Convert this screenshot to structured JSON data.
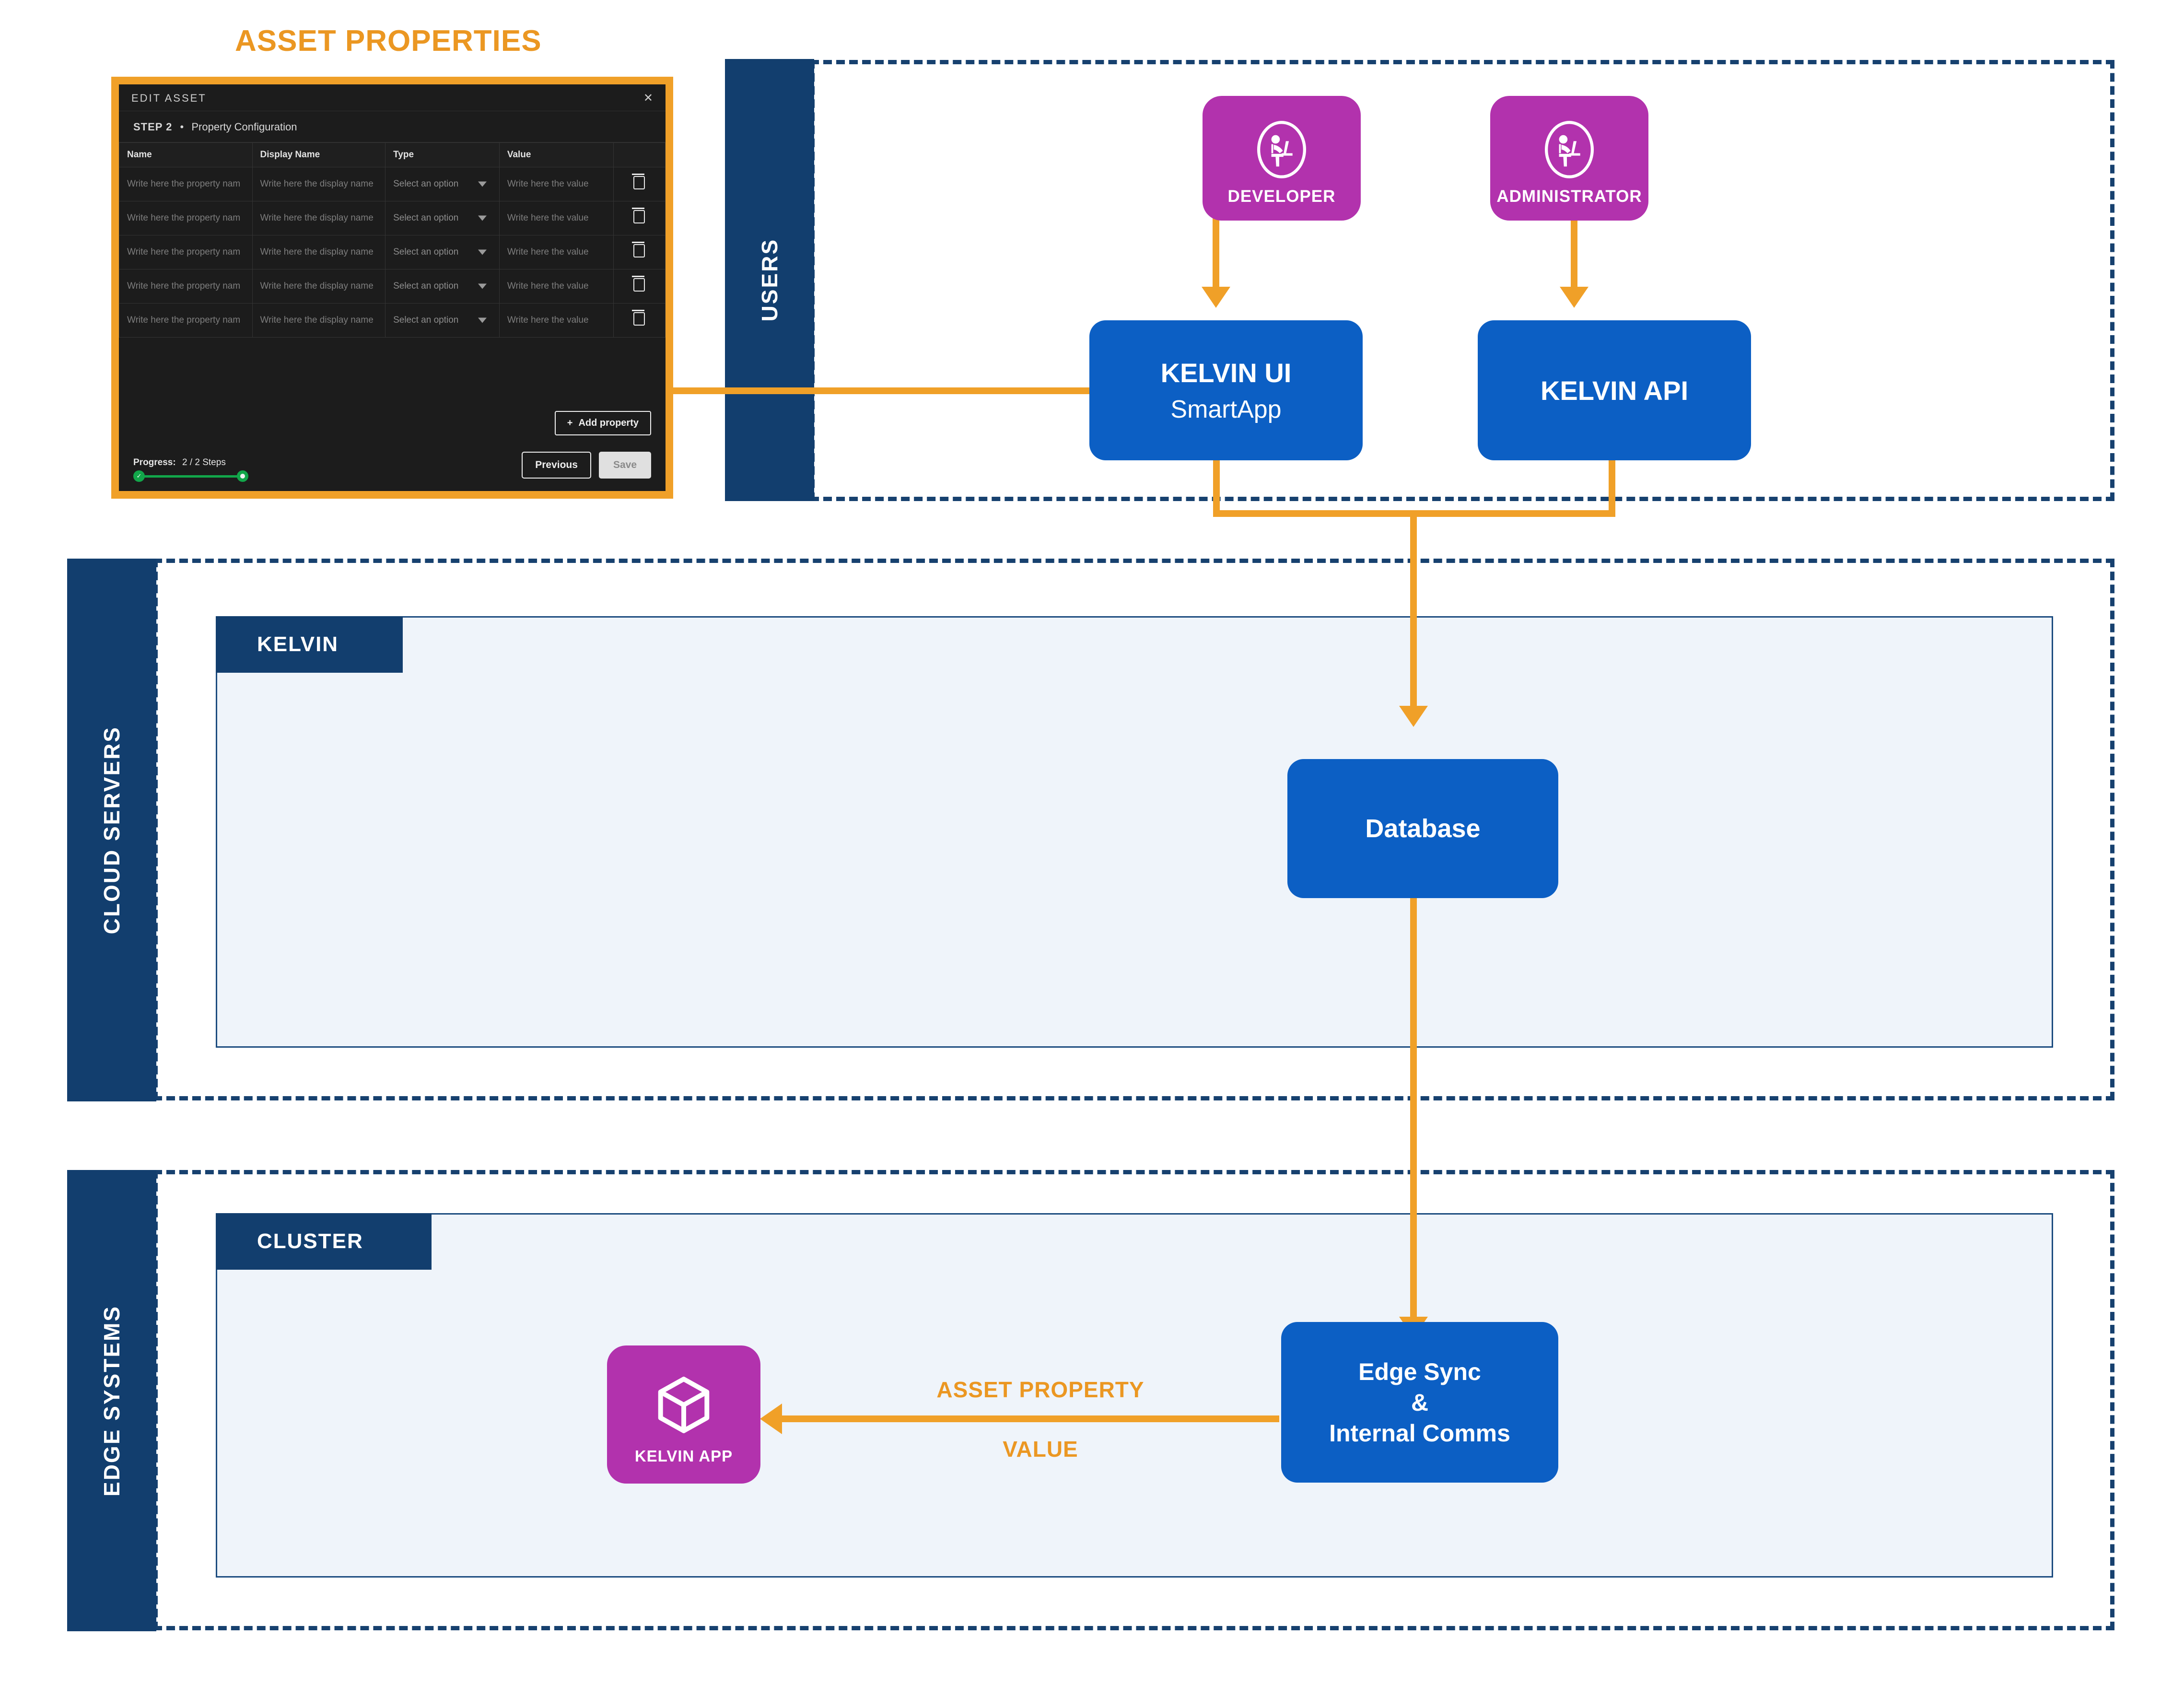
{
  "headline": "ASSET PROPERTIES",
  "modal": {
    "title": "EDIT ASSET",
    "close_icon": "close-icon",
    "step_label": "STEP 2",
    "step_separator": "•",
    "step_name": "Property Configuration",
    "columns": [
      "Name",
      "Display Name",
      "Type",
      "Value",
      ""
    ],
    "rows": [
      {
        "name": "Write here the property nam",
        "display_name": "Write here the display name",
        "type": "Select an option",
        "value": "Write here the value"
      },
      {
        "name": "Write here the property nam",
        "display_name": "Write here the display name",
        "type": "Select an option",
        "value": "Write here the value"
      },
      {
        "name": "Write here the property nam",
        "display_name": "Write here the display name",
        "type": "Select an option",
        "value": "Write here the value"
      },
      {
        "name": "Write here the property nam",
        "display_name": "Write here the display name",
        "type": "Select an option",
        "value": "Write here the value"
      },
      {
        "name": "Write here the property nam",
        "display_name": "Write here the display name",
        "type": "Select an option",
        "value": "Write here the value"
      }
    ],
    "add_property_plus": "+",
    "add_property_label": "Add property",
    "progress_prefix": "Progress:",
    "progress_value": "2 / 2 Steps",
    "previous_label": "Previous",
    "save_label": "Save"
  },
  "zones": {
    "users": "USERS",
    "cloud_servers": "CLOUD SERVERS",
    "edge_systems": "EDGE SYSTEMS"
  },
  "panels": {
    "kelvin": "KELVIN",
    "cluster": "CLUSTER"
  },
  "nodes": {
    "developer": {
      "label": "DEVELOPER",
      "icon": "person-at-desk-icon"
    },
    "administrator": {
      "label": "ADMINISTRATOR",
      "icon": "person-at-desk-icon"
    },
    "kelvin_ui": {
      "line1": "KELVIN UI",
      "line2": "SmartApp"
    },
    "kelvin_api": {
      "line1": "KELVIN API"
    },
    "database": {
      "label": "Database"
    },
    "edge_sync": {
      "line1": "Edge Sync",
      "line2": "&",
      "line3": "Internal Comms"
    },
    "kelvin_app": {
      "label": "KELVIN APP",
      "icon": "cube-icon"
    }
  },
  "edges": {
    "asset_property_value_line1": "ASSET PROPERTY",
    "asset_property_value_line2": "VALUE"
  },
  "colors": {
    "orange": "#f0a028",
    "orange_text": "#eb9722",
    "navy": "#123e6e",
    "blue": "#0c5fc4",
    "purple": "#b232ad",
    "panel_bg": "#eff4fa",
    "green": "#12a64a"
  }
}
